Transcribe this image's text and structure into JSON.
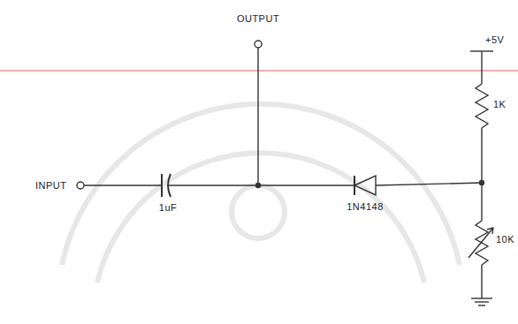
{
  "diagram": {
    "labels": [
      "OUTPUT",
      "INPUT",
      "1uF",
      "1N4148",
      "+5V",
      "1K",
      "10K"
    ]
  }
}
